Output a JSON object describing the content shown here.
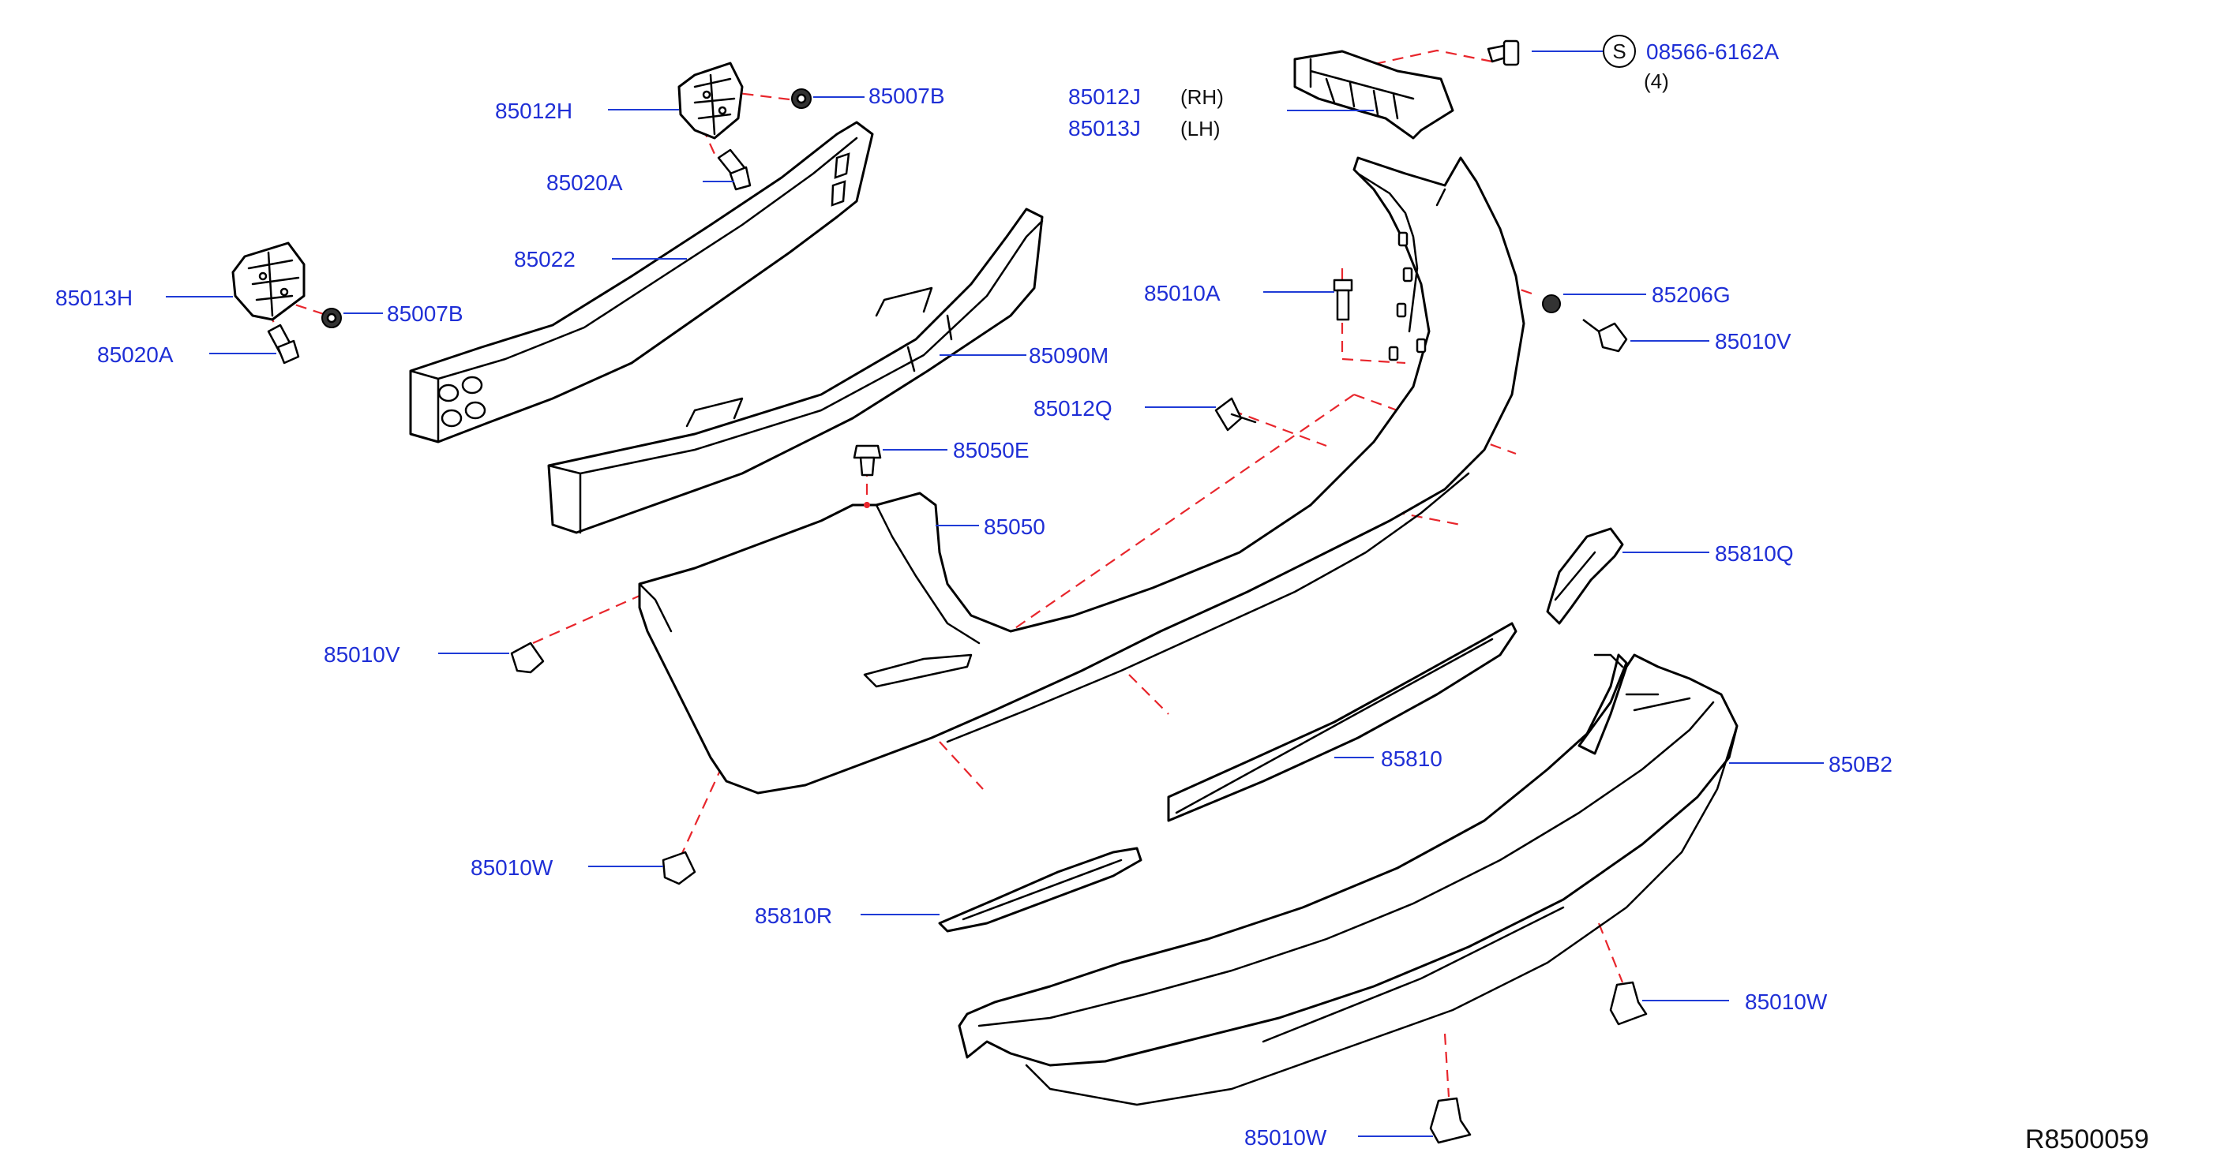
{
  "diagram": {
    "reference_code": "R8500059",
    "std_symbol": "S",
    "std_part_number": "08566-6162A",
    "std_quantity": "(4)",
    "side_rh": "(RH)",
    "side_lh": "(LH)",
    "parts": {
      "bracket_rh_upper": "85012J",
      "bracket_lh_upper": "85013J",
      "stay_rh": "85012H",
      "stay_lh": "85013H",
      "nut_rh": "85007B",
      "nut_lh": "85007B",
      "bolt_rh": "85020A",
      "bolt_lh": "85020A",
      "reinforcement": "85022",
      "absorber": "85090M",
      "bolt_side": "85010A",
      "nut_side": "85206G",
      "clip_side_right": "85010V",
      "clip_side_left": "85010V",
      "clip_q": "85012Q",
      "fastener_top": "85050E",
      "bumper_fascia": "85050",
      "molding_end_q": "85810Q",
      "molding_center": "85810",
      "molding_end_r": "85810R",
      "lower_fascia": "850B2",
      "clip_w_left": "85010W",
      "clip_w_right": "85010W",
      "clip_w_bottom": "85010W"
    }
  }
}
